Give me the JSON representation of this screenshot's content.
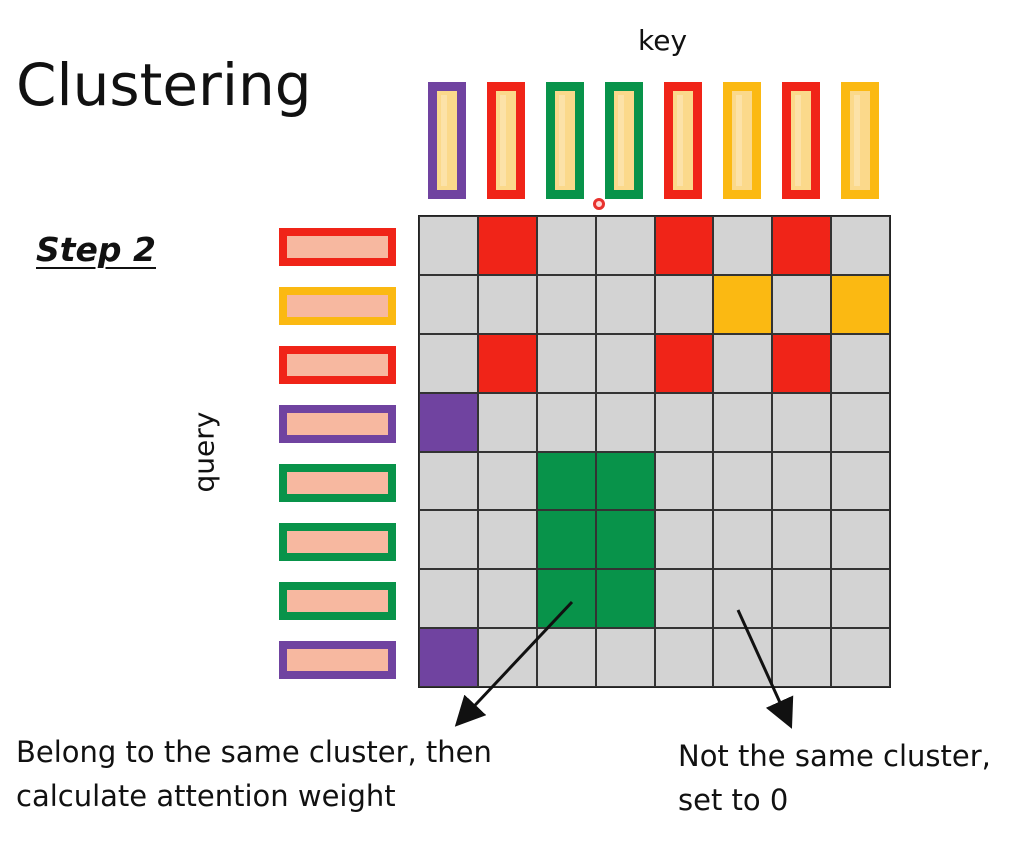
{
  "title": "Clustering",
  "step_label": "Step 2",
  "key_label": "key",
  "query_label": "query",
  "colors": {
    "red": "#f02418",
    "yellow": "#fbb912",
    "green": "#08934a",
    "purple": "#7043a0",
    "gray": "#d3d3d3",
    "key_fill": "#fbd98b",
    "query_fill": "#f7b8a0"
  },
  "keys": [
    {
      "cluster": "purple"
    },
    {
      "cluster": "red"
    },
    {
      "cluster": "green"
    },
    {
      "cluster": "green"
    },
    {
      "cluster": "red"
    },
    {
      "cluster": "yellow"
    },
    {
      "cluster": "red"
    },
    {
      "cluster": "yellow"
    }
  ],
  "queries": [
    {
      "cluster": "red"
    },
    {
      "cluster": "yellow"
    },
    {
      "cluster": "red"
    },
    {
      "cluster": "purple"
    },
    {
      "cluster": "green"
    },
    {
      "cluster": "green"
    },
    {
      "cluster": "green"
    },
    {
      "cluster": "purple"
    }
  ],
  "matrix": [
    [
      "gray",
      "red",
      "gray",
      "gray",
      "red",
      "gray",
      "red",
      "gray"
    ],
    [
      "gray",
      "gray",
      "gray",
      "gray",
      "gray",
      "yellow",
      "gray",
      "yellow"
    ],
    [
      "gray",
      "red",
      "gray",
      "gray",
      "red",
      "gray",
      "red",
      "gray"
    ],
    [
      "purple",
      "gray",
      "gray",
      "gray",
      "gray",
      "gray",
      "gray",
      "gray"
    ],
    [
      "gray",
      "gray",
      "green",
      "green",
      "gray",
      "gray",
      "gray",
      "gray"
    ],
    [
      "gray",
      "gray",
      "green",
      "green",
      "gray",
      "gray",
      "gray",
      "gray"
    ],
    [
      "gray",
      "gray",
      "green",
      "green",
      "gray",
      "gray",
      "gray",
      "gray"
    ],
    [
      "purple",
      "gray",
      "gray",
      "gray",
      "gray",
      "gray",
      "gray",
      "gray"
    ]
  ],
  "captions": {
    "same_line1": "Belong to the same cluster, then",
    "same_line2": "calculate attention weight",
    "diff_line1": "Not the same cluster,",
    "diff_line2": "set to 0"
  }
}
